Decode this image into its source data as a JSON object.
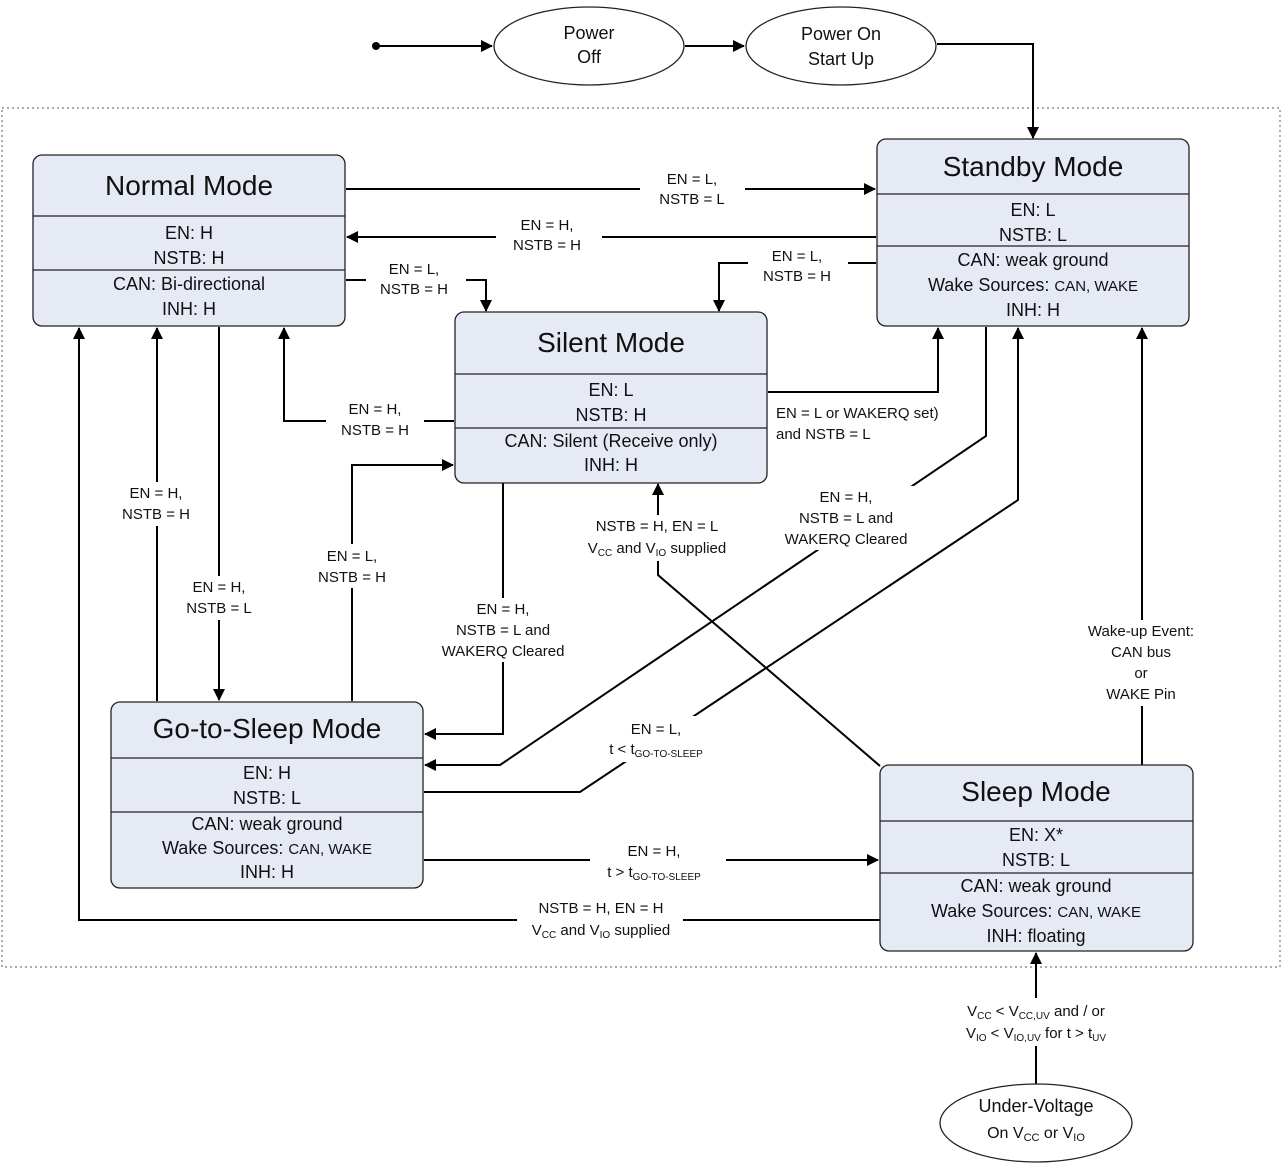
{
  "nodes": {
    "power_off": {
      "l1": "Power",
      "l2": "Off"
    },
    "power_on": {
      "l1": "Power On",
      "l2": "Start Up"
    },
    "under_voltage": {
      "l1": "Under-Voltage",
      "l2a": "On V",
      "l2b": "CC",
      "l2c": " or V",
      "l2d": "IO"
    }
  },
  "states": {
    "normal": {
      "title": "Normal Mode",
      "en": "EN: H",
      "nstb": "NSTB: H",
      "can": "CAN: Bi-directional",
      "inh": "INH: H"
    },
    "standby": {
      "title": "Standby Mode",
      "en": "EN: L",
      "nstb": "NSTB: L",
      "can": "CAN: weak ground",
      "wake_label": "Wake Sources: ",
      "wake_value": "CAN, WAKE",
      "inh": "INH: H"
    },
    "silent": {
      "title": "Silent Mode",
      "en": "EN: L",
      "nstb": "NSTB: H",
      "can": "CAN: Silent (Receive only)",
      "inh": "INH: H"
    },
    "gotosleep": {
      "title": "Go-to-Sleep Mode",
      "en": "EN: H",
      "nstb": "NSTB: L",
      "can": "CAN: weak ground",
      "wake_label": "Wake Sources: ",
      "wake_value": "CAN, WAKE",
      "inh": "INH: H"
    },
    "sleep": {
      "title": "Sleep Mode",
      "en": "EN: X*",
      "nstb": "NSTB: L",
      "can": "CAN: weak ground",
      "wake_label": "Wake Sources: ",
      "wake_value": "CAN, WAKE",
      "inh": "INH: floating"
    }
  },
  "transitions": {
    "normal_to_standby": {
      "l1": "EN = L,",
      "l2": "NSTB = L"
    },
    "standby_to_normal": {
      "l1": "EN = H,",
      "l2": "NSTB = H"
    },
    "normal_to_silent": {
      "l1": "EN = L,",
      "l2": "NSTB = H"
    },
    "standby_to_silent": {
      "l1": "EN = L,",
      "l2": "NSTB = H"
    },
    "silent_to_normal": {
      "l1": "EN = H,",
      "l2": "NSTB = H"
    },
    "silent_to_standby": {
      "l1": "EN = L or WAKERQ set)",
      "l2": "and NSTB = L"
    },
    "gts_to_normal": {
      "l1": "EN = H,",
      "l2": "NSTB = H"
    },
    "normal_to_gts": {
      "l1": "EN = H,",
      "l2": "NSTB = L"
    },
    "gts_to_silent": {
      "l1": "EN = L,",
      "l2": "NSTB = H"
    },
    "silent_to_gts": {
      "l1": "EN = H,",
      "l2": "NSTB = L and",
      "l3": "WAKERQ Cleared"
    },
    "sleep_to_silent": {
      "l1": "NSTB = H, EN = L",
      "l2a": "V",
      "l2b": "CC",
      "l2c": " and V",
      "l2d": "IO",
      "l2e": " supplied"
    },
    "standby_to_gts": {
      "l1": "EN = H,",
      "l2": "NSTB = L and",
      "l3": "WAKERQ Cleared"
    },
    "gts_to_standby": {
      "l1": "EN = L,",
      "l2a": "t < t",
      "l2b": "GO-TO-SLEEP"
    },
    "gts_to_sleep": {
      "l1": "EN = H,",
      "l2a": "t > t",
      "l2b": "GO-TO-SLEEP"
    },
    "sleep_to_normal": {
      "l1": "NSTB = H, EN = H",
      "l2a": "V",
      "l2b": "CC",
      "l2c": " and V",
      "l2d": "IO",
      "l2e": " supplied"
    },
    "sleep_to_standby": {
      "l1": "Wake-up Event:",
      "l2": "CAN bus",
      "l3": "or",
      "l4": "WAKE Pin"
    },
    "undervoltage_to_sleep": {
      "l1a": "V",
      "l1b": "CC",
      "l1c": " < V",
      "l1d": "CC,UV",
      "l1e": " and / or",
      "l2a": "V",
      "l2b": "IO",
      "l2c": " < V",
      "l2d": "IO,UV",
      "l2e": " for t > t",
      "l2f": "UV"
    }
  },
  "colors": {
    "state_fill": "#e6eaf5",
    "line": "#000000",
    "frame": "#777777"
  }
}
